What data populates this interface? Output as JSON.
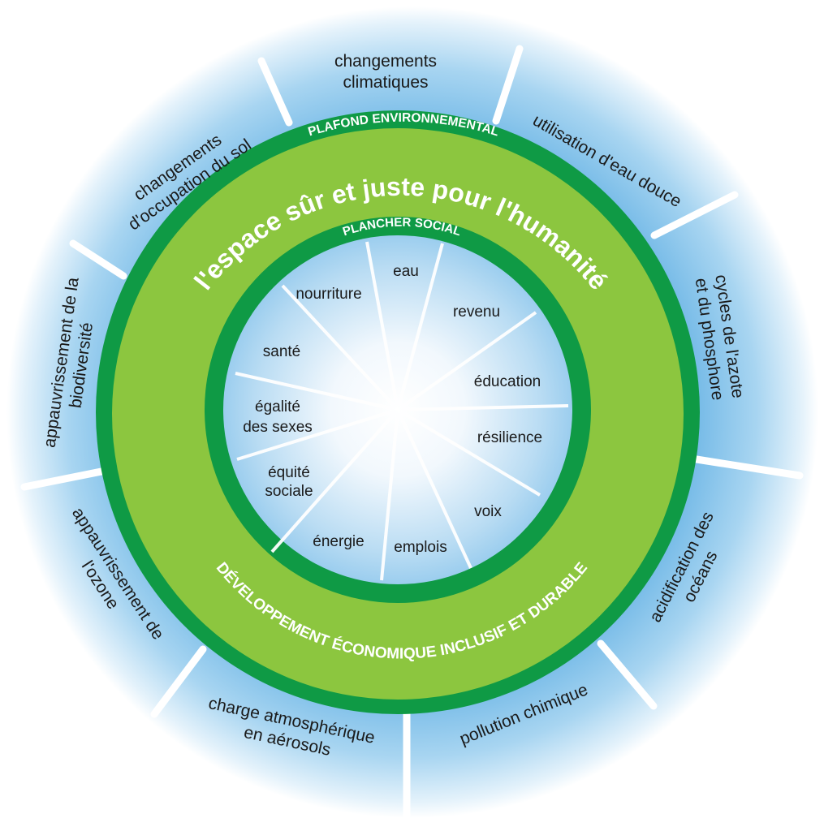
{
  "rings": {
    "ceiling_label": "PLAFOND ENVIRONNEMENTAL",
    "safe_space_label": "l'espace sûr et juste pour l'humanité",
    "floor_label": "PLANCHER SOCIAL",
    "development_label": "DÉVELOPPEMENT ÉCONOMIQUE INCLUSIF ET DURABLE"
  },
  "environmental_ceiling": {
    "climate": [
      "changements",
      "climatiques"
    ],
    "freshwater": [
      "utilisation d'eau douce"
    ],
    "nitrogen": [
      "cycles de l'azote",
      "et du phosphore"
    ],
    "acidification": [
      "acidification des",
      "océans"
    ],
    "chemical": [
      "pollution chimique"
    ],
    "aerosol": [
      "charge atmosphérique",
      "en aérosols"
    ],
    "ozone": [
      "appauvrissement de",
      "l'ozone"
    ],
    "biodiversity": [
      "appauvrissement de la",
      "biodiversité"
    ],
    "land": [
      "changements",
      "d'occupation du sol"
    ]
  },
  "social_foundation": {
    "water": [
      "eau"
    ],
    "income": [
      "revenu"
    ],
    "education": [
      "éducation"
    ],
    "resilience": [
      "résilience"
    ],
    "voice": [
      "voix"
    ],
    "jobs": [
      "emplois"
    ],
    "energy": [
      "énergie"
    ],
    "equity": [
      "équité",
      "sociale"
    ],
    "gender": [
      "égalité",
      "des sexes"
    ],
    "health": [
      "santé"
    ],
    "food": [
      "nourriture"
    ]
  },
  "colors": {
    "dark_green": "#0f9a45",
    "light_green": "#8cc63f",
    "sky_blue": "#9fd0ef",
    "separator": "#ffffff"
  }
}
